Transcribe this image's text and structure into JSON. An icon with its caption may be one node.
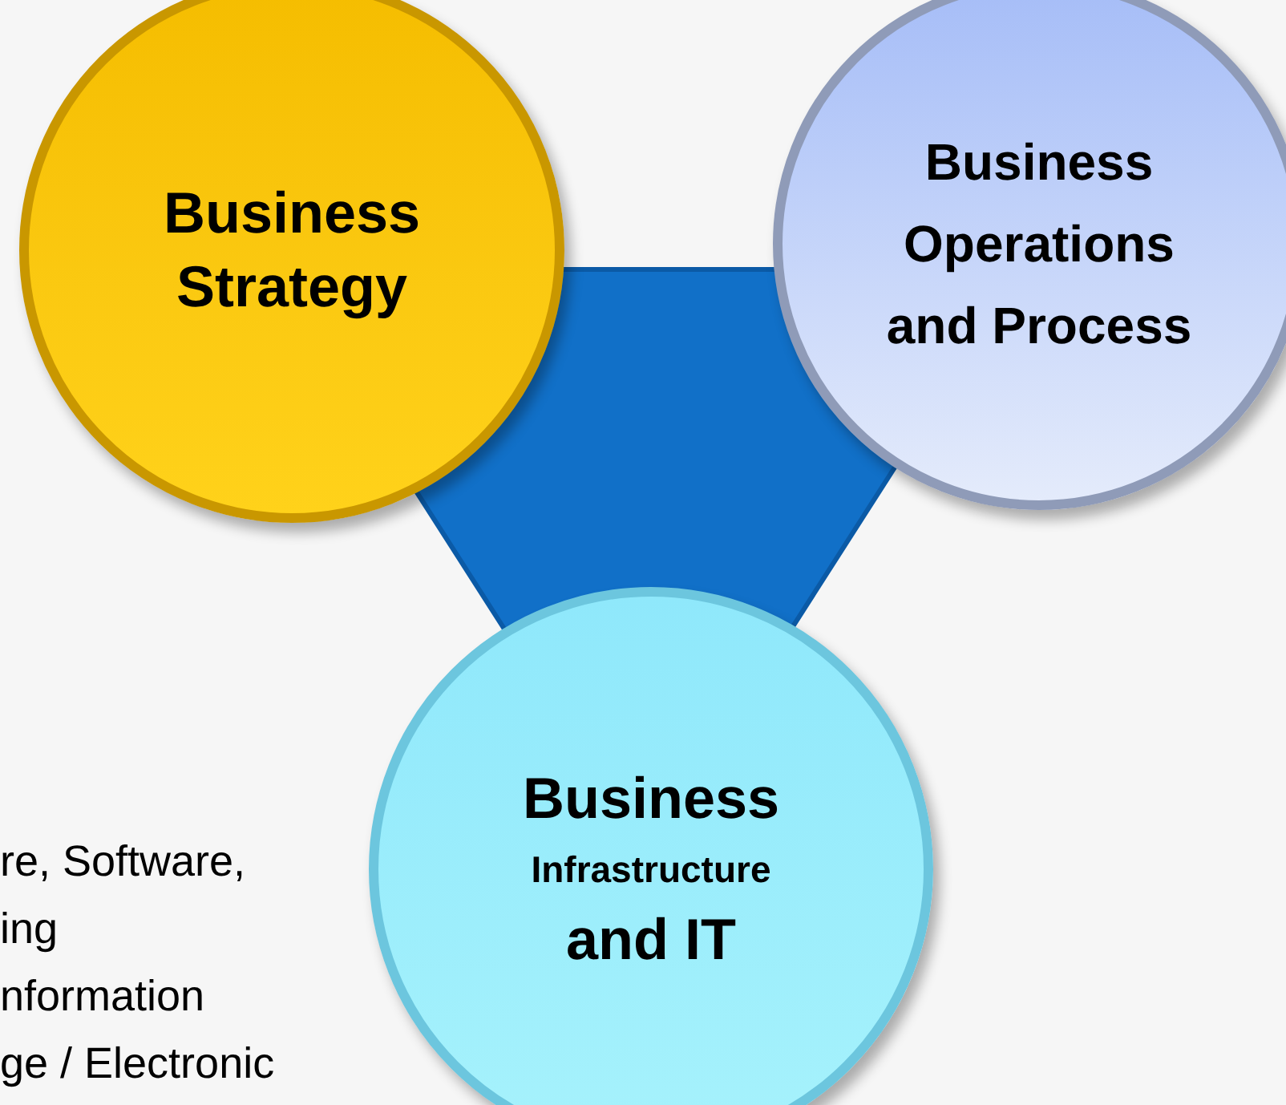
{
  "diagram": {
    "nodes": [
      {
        "text": [
          "Business Strategy"
        ]
      },
      {
        "text": [
          "Business Operations and Process"
        ]
      },
      {
        "text": [
          "Business",
          "Infrastructure",
          "and IT"
        ]
      }
    ],
    "labels": [
      "re, Software,",
      "ing",
      "nformation",
      "ge / Electronic"
    ]
  }
}
